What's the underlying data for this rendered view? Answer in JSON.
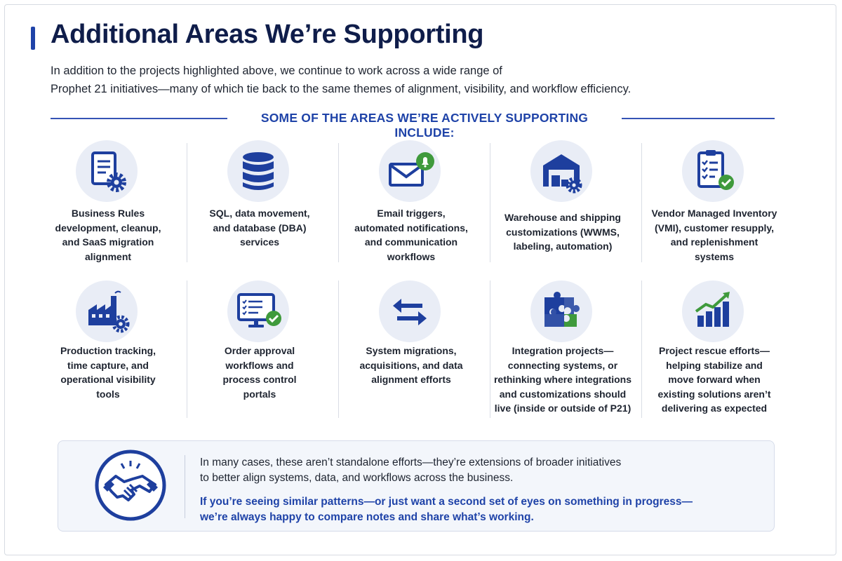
{
  "header": {
    "title": "Additional Areas We’re Supporting",
    "intro_line1": "In addition to the projects highlighted above, we continue to work across a wide range of",
    "intro_line2": "Prophet 21 initiatives—many of which tie back to the same themes of alignment, visibility, and workflow efficiency."
  },
  "section": {
    "subhead": "SOME OF THE AREAS WE’RE ACTIVELY SUPPORTING INCLUDE:"
  },
  "areas": [
    {
      "icon": "document-gear-icon",
      "lines": [
        "Business Rules",
        "development, cleanup,",
        "and SaaS migration",
        "alignment"
      ]
    },
    {
      "icon": "database-icon",
      "lines": [
        "SQL, data movement,",
        "and database (DBA)",
        "services"
      ]
    },
    {
      "icon": "email-bell-icon",
      "lines": [
        "Email triggers,",
        "automated notifications,",
        "and communication",
        "workflows"
      ]
    },
    {
      "icon": "warehouse-gear-icon",
      "lines": [
        "Warehouse and shipping",
        "customizations (WWMS,",
        "labeling, automation)"
      ]
    },
    {
      "icon": "clipboard-check-icon",
      "lines": [
        "Vendor Managed Inventory",
        "(VMI), customer resupply,",
        "and replenishment",
        "systems"
      ]
    },
    {
      "icon": "factory-gear-icon",
      "lines": [
        "Production tracking,",
        "time capture, and",
        "operational visibility",
        "tools"
      ]
    },
    {
      "icon": "monitor-checklist-icon",
      "lines": [
        "Order approval",
        "workflows and",
        "process control",
        "portals"
      ]
    },
    {
      "icon": "swap-arrows-icon",
      "lines": [
        "System migrations,",
        "acquisitions, and data",
        "alignment efforts"
      ]
    },
    {
      "icon": "puzzle-icon",
      "lines": [
        "Integration projects—",
        "connecting systems, or",
        "rethinking where integrations",
        "and customizations should",
        "live (inside or outside of P21)"
      ]
    },
    {
      "icon": "growth-chart-icon",
      "lines": [
        "Project rescue efforts—",
        "helping stabilize and",
        "move forward when",
        "existing solutions aren’t",
        "delivering as expected"
      ]
    }
  ],
  "note": {
    "icon": "handshake-icon",
    "text_line1": "In many cases, these aren’t standalone efforts—they’re extensions of broader initiatives",
    "text_line2": "to better align systems, data, and workflows across the business.",
    "cta_line1": "If you’re seeing similar patterns—or just want a second set of eyes on something in progress—",
    "cta_line2": "we’re always happy to compare notes and share what’s working."
  },
  "colors": {
    "navy": "#0f1d4a",
    "accent_blue": "#1f43a8",
    "icon_blue": "#1e3f9e",
    "check_green": "#3f9a3c",
    "icon_bg": "#e9edf6"
  }
}
